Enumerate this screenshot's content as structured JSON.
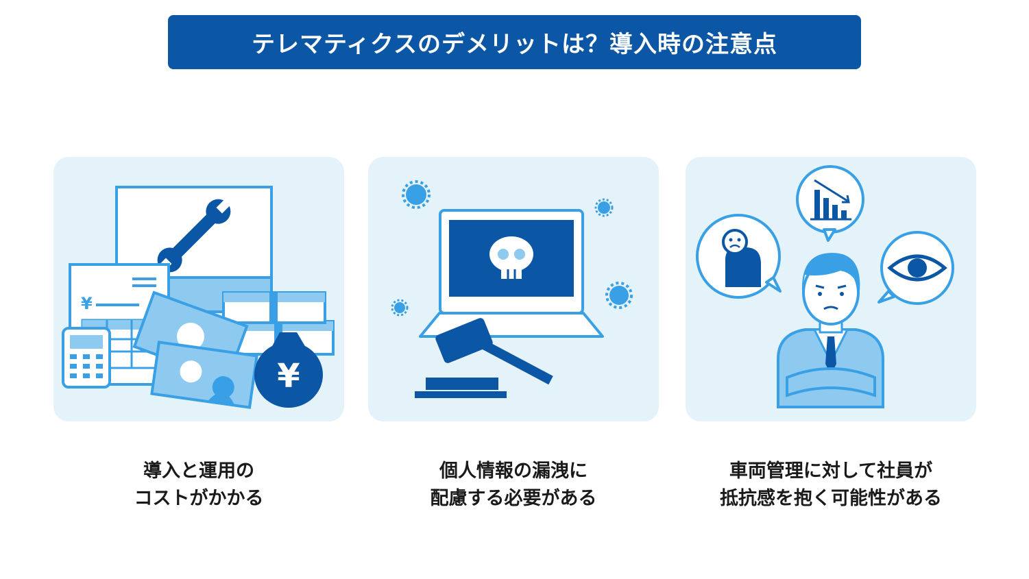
{
  "title": "テレマティクスのデメリットは？導入時の注意点",
  "colors": {
    "brand": "#0b56a5",
    "light_blue": "#3aa0e6",
    "pale_blue": "#8ec9f0",
    "card_bg": "#e4f2f9"
  },
  "items": [
    {
      "line1": "導入と運用の",
      "line2": "コストがかかる",
      "icon_name": "cost-illustration",
      "yen_symbol": "¥"
    },
    {
      "line1": "個人情報の漏洩に",
      "line2": "配慮する必要がある",
      "icon_name": "data-leak-illustration"
    },
    {
      "line1": "車両管理に対して社員が",
      "line2": "抵抗感を抱く可能性がある",
      "icon_name": "employee-resistance-illustration"
    }
  ]
}
